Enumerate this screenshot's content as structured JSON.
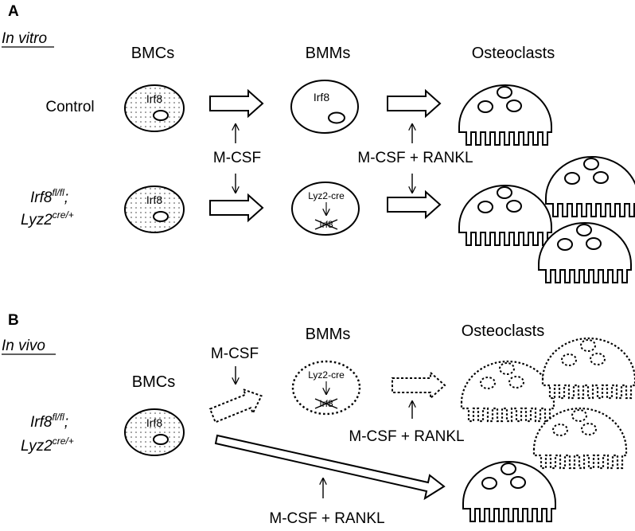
{
  "panels": {
    "a": {
      "letter": "A",
      "condition": "In vitro",
      "headers": {
        "bmcs": "BMCs",
        "bmms": "BMMs",
        "osteoclasts": "Osteoclasts"
      },
      "rows": {
        "control": "Control",
        "ko_line1_base": "Irf8",
        "ko_line1_sup": "fl/fl",
        "ko_line1_end": ";",
        "ko_line2_base": "Lyz2",
        "ko_line2_sup": "cre/+"
      },
      "factors": {
        "left": "M-CSF",
        "right": "M-CSF + RANKL"
      },
      "cells": {
        "gene": "Irf8",
        "cre": "Lyz2-cre"
      }
    },
    "b": {
      "letter": "B",
      "condition": "In vivo",
      "headers": {
        "bmcs": "BMCs",
        "bmms": "BMMs",
        "osteoclasts": "Osteoclasts"
      },
      "rows": {
        "ko_line1_base": "Irf8",
        "ko_line1_sup": "fl/fl",
        "ko_line1_end": ";",
        "ko_line2_base": "Lyz2",
        "ko_line2_sup": "cre/+"
      },
      "factors": {
        "top": "M-CSF",
        "middle": "M-CSF + RANKL",
        "bottom": "M-CSF + RANKL"
      },
      "cells": {
        "gene": "Irf8",
        "cre": "Lyz2-cre"
      }
    }
  }
}
